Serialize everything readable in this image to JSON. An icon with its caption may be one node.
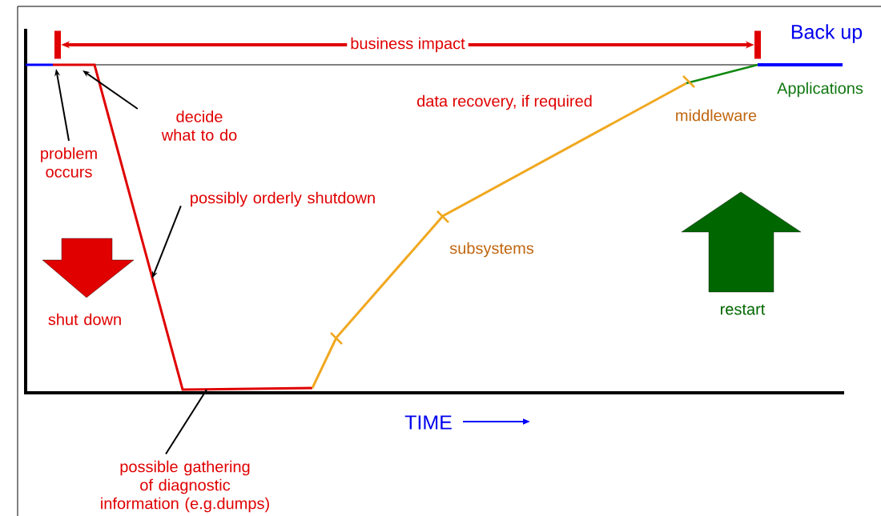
{
  "diagram": {
    "nodes": [
      {
        "text": [
          "problem occurs"
        ]
      },
      {
        "text": [
          "decide what to do"
        ]
      },
      {
        "text": [
          "possibly orderly shutdown"
        ]
      },
      {
        "text": [
          "possible gathering of diagnostic information (e.g.dumps)"
        ]
      },
      {
        "text": [],
        "shape": "bar"
      },
      {
        "text": [],
        "shape": "bar"
      },
      {
        "text": [
          "shut down"
        ]
      },
      {
        "text": [
          "restart"
        ]
      }
    ],
    "edges": [
      {
        "from": 0,
        "to": null,
        "arrow": "to"
      },
      {
        "from": 1,
        "to": null,
        "arrow": "to"
      },
      {
        "from": 2,
        "to": null,
        "arrow": "to"
      },
      {
        "from": 3,
        "to": null,
        "arrow": "none"
      },
      {
        "from": 4,
        "to": 5,
        "arrow": "both",
        "label": "business impact",
        "style": "thick",
        "color": "#e00000"
      }
    ],
    "labels": [
      "Back up",
      "Applications",
      "data recovery, if required",
      "middleware",
      "subsystems",
      "TIME"
    ]
  }
}
